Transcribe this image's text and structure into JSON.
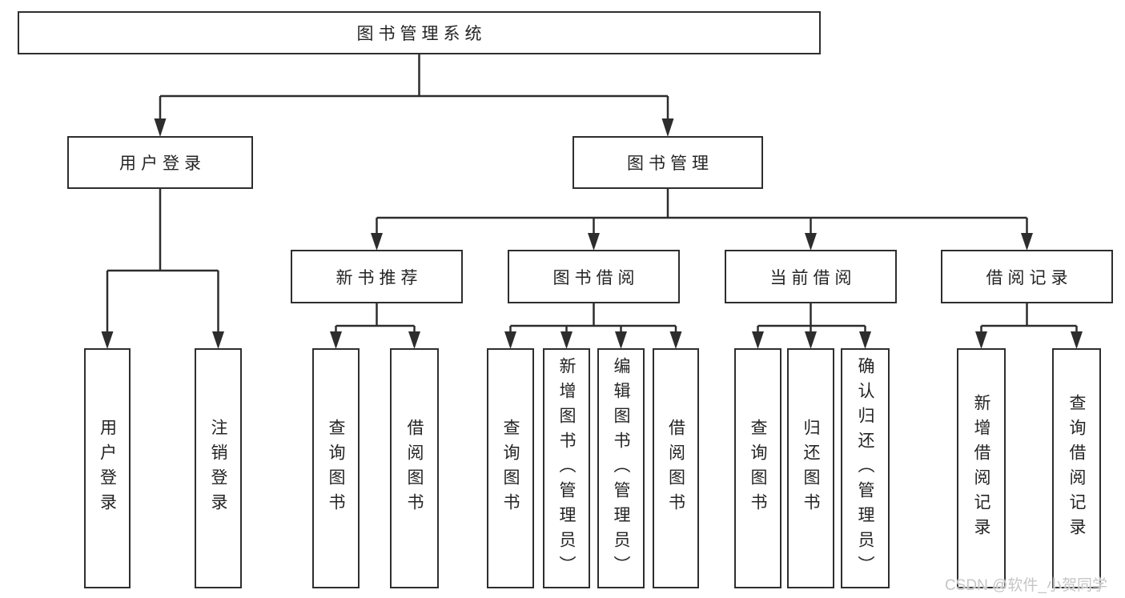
{
  "diagram": {
    "root": {
      "label": "图书管理系统"
    },
    "level2": [
      {
        "label": "用户登录"
      },
      {
        "label": "图书管理"
      }
    ],
    "level3": [
      {
        "label": "新书推荐"
      },
      {
        "label": "图书借阅"
      },
      {
        "label": "当前借阅"
      },
      {
        "label": "借阅记录"
      }
    ],
    "leaves": {
      "login": [
        {
          "label": "用户登录"
        },
        {
          "label": "注销登录"
        }
      ],
      "recommend": [
        {
          "label": "查询图书"
        },
        {
          "label": "借阅图书"
        }
      ],
      "borrow": [
        {
          "label": "查询图书"
        },
        {
          "label": "新增图书（管理员）"
        },
        {
          "label": "编辑图书（管理员）"
        },
        {
          "label": "借阅图书"
        }
      ],
      "current": [
        {
          "label": "查询图书"
        },
        {
          "label": "归还图书"
        },
        {
          "label": "确认归还（管理员）"
        }
      ],
      "records": [
        {
          "label": "新增借阅记录"
        },
        {
          "label": "查询借阅记录"
        }
      ]
    },
    "watermark": "CSDN @软件_小贺同学",
    "colors": {
      "line": "#2d2d2d",
      "box_border": "#2e2e2e",
      "text": "#242424",
      "watermark": "#c6c6c6",
      "background": "#ffffff"
    }
  }
}
